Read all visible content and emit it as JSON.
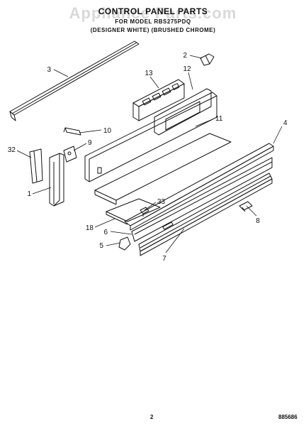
{
  "header": {
    "title": "CONTROL PANEL PARTS",
    "watermark": "Appliance Parts.com",
    "model_line": "FOR MODEL RBS275PDQ",
    "finish_line": "(DESIGNER WHITE) (BRUSHED CHROME)"
  },
  "callouts": [
    "1",
    "2",
    "3",
    "4",
    "5",
    "6",
    "7",
    "8",
    "9",
    "10",
    "11",
    "12",
    "13",
    "18",
    "32",
    "33"
  ],
  "footer": {
    "page_number": "2",
    "diagram_code": "885686"
  }
}
